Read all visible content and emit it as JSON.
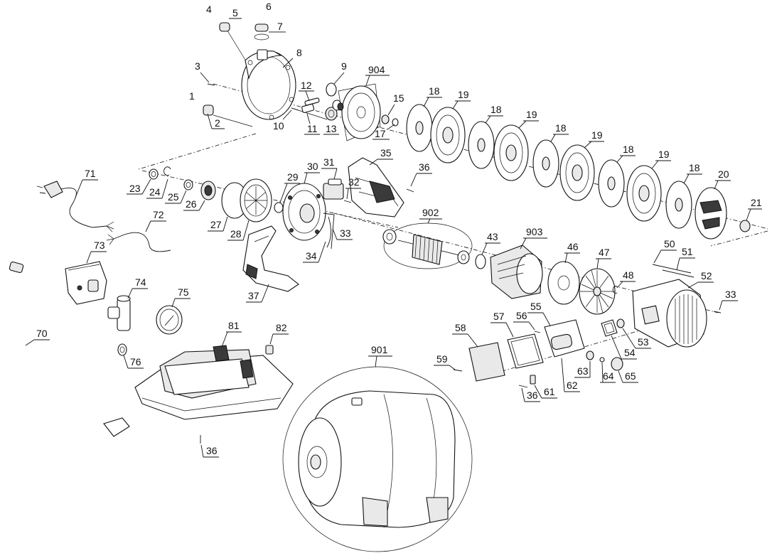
{
  "diagram": {
    "callouts": [
      "1",
      "2",
      "3",
      "4",
      "5",
      "6",
      "7",
      "8",
      "9",
      "10",
      "11",
      "12",
      "13",
      "15",
      "17",
      "18",
      "19",
      "20",
      "21",
      "23",
      "24",
      "25",
      "26",
      "27",
      "28",
      "29",
      "30",
      "31",
      "32",
      "33",
      "34",
      "35",
      "36",
      "37",
      "43",
      "46",
      "47",
      "48",
      "50",
      "51",
      "52",
      "53",
      "54",
      "55",
      "56",
      "57",
      "58",
      "59",
      "61",
      "62",
      "63",
      "64",
      "65",
      "70",
      "71",
      "72",
      "73",
      "74",
      "75",
      "76",
      "81",
      "82",
      "901",
      "902",
      "903",
      "904"
    ],
    "labels": {
      "l1": "1",
      "l2": "2",
      "l3": "3",
      "l4": "4",
      "l5": "5",
      "l6": "6",
      "l7": "7",
      "l8": "8",
      "l9": "9",
      "l10": "10",
      "l11": "11",
      "l12": "12",
      "l13": "13",
      "l15": "15",
      "l17": "17",
      "l18a": "18",
      "l18b": "18",
      "l18c": "18",
      "l18d": "18",
      "l18e": "18",
      "l19a": "19",
      "l19b": "19",
      "l19c": "19",
      "l19d": "19",
      "l20": "20",
      "l21": "21",
      "l23": "23",
      "l24": "24",
      "l25": "25",
      "l26": "26",
      "l27": "27",
      "l28": "28",
      "l29": "29",
      "l30": "30",
      "l31": "31",
      "l32": "32",
      "l33a": "33",
      "l33b": "33",
      "l34": "34",
      "l35": "35",
      "l36a": "36",
      "l36b": "36",
      "l36c": "36",
      "l37": "37",
      "l43": "43",
      "l46": "46",
      "l47": "47",
      "l48": "48",
      "l50": "50",
      "l51": "51",
      "l52": "52",
      "l53": "53",
      "l54": "54",
      "l55": "55",
      "l56": "56",
      "l57": "57",
      "l58": "58",
      "l59": "59",
      "l61": "61",
      "l62": "62",
      "l63": "63",
      "l64": "64",
      "l65": "65",
      "l70": "70",
      "l71": "71",
      "l72": "72",
      "l73": "73",
      "l74": "74",
      "l75": "75",
      "l76": "76",
      "l81": "81",
      "l82": "82",
      "l901": "901",
      "l902": "902",
      "l903": "903",
      "l904": "904"
    }
  }
}
